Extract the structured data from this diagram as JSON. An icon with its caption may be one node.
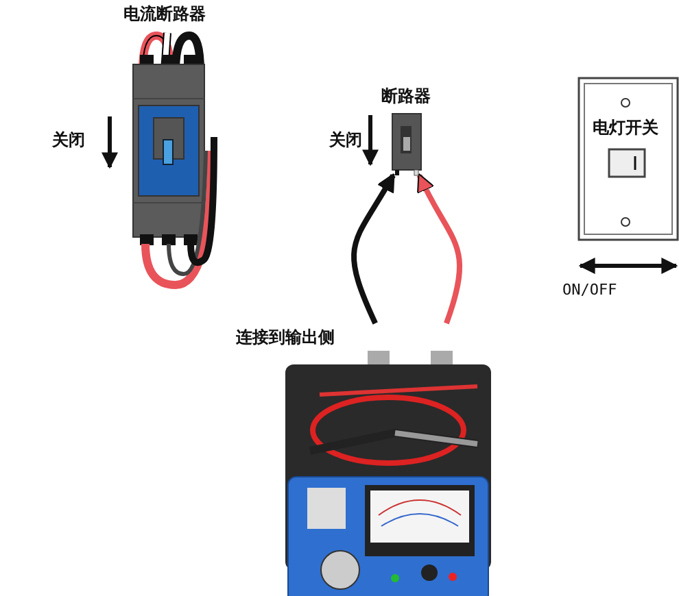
{
  "diagram": {
    "nodes": [
      {
        "text": [
          "电流断路器"
        ]
      },
      {
        "text": [
          "断路器"
        ]
      },
      {
        "text": [
          "电灯开关"
        ]
      },
      {
        "text": [
          "连接到输出侧"
        ]
      }
    ],
    "edges": [
      {
        "from": 3,
        "to": 1,
        "arrow": "to"
      },
      {
        "from": 3,
        "to": 1,
        "arrow": "to",
        "color": "#e8545a"
      }
    ],
    "labels": [
      "关闭",
      "关闭",
      "ON/OFF"
    ]
  }
}
